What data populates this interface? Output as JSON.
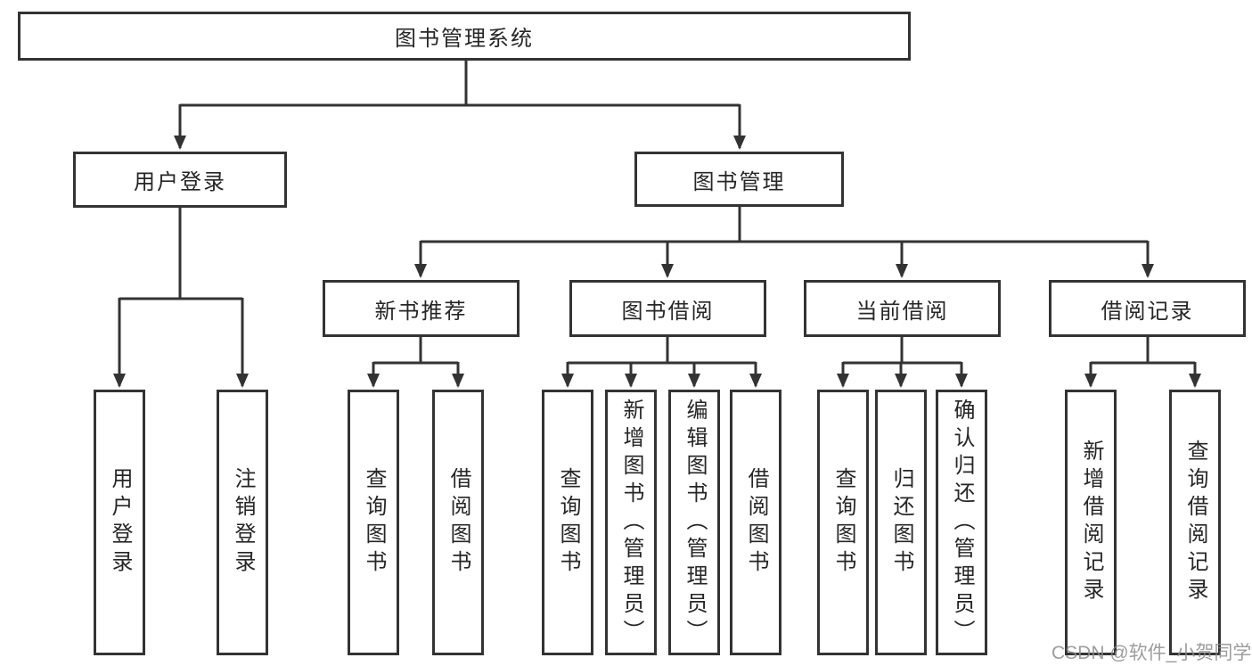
{
  "diagram": {
    "root": {
      "label": "图书管理系统"
    },
    "branches": [
      {
        "label": "用户登录",
        "leaves": [
          {
            "label": "用户登录"
          },
          {
            "label": "注销登录"
          }
        ]
      },
      {
        "label": "图书管理",
        "sections": [
          {
            "label": "新书推荐",
            "leaves": [
              {
                "label": "查询图书"
              },
              {
                "label": "借阅图书"
              }
            ]
          },
          {
            "label": "图书借阅",
            "leaves": [
              {
                "label": "查询图书"
              },
              {
                "label": "新增图书（管理员）"
              },
              {
                "label": "编辑图书（管理员）"
              },
              {
                "label": "借阅图书"
              }
            ]
          },
          {
            "label": "当前借阅",
            "leaves": [
              {
                "label": "查询图书"
              },
              {
                "label": "归还图书"
              },
              {
                "label": "确认归还（管理员）"
              }
            ]
          },
          {
            "label": "借阅记录",
            "leaves": [
              {
                "label": "新增借阅记录"
              },
              {
                "label": "查询借阅记录"
              }
            ]
          }
        ]
      }
    ]
  },
  "watermark": {
    "text": "CSDN @软件_小贺同学"
  },
  "colors": {
    "line": "#333333",
    "box_border": "#333333",
    "text": "#262626",
    "watermark": "#8c8c8c",
    "background": "#ffffff"
  }
}
